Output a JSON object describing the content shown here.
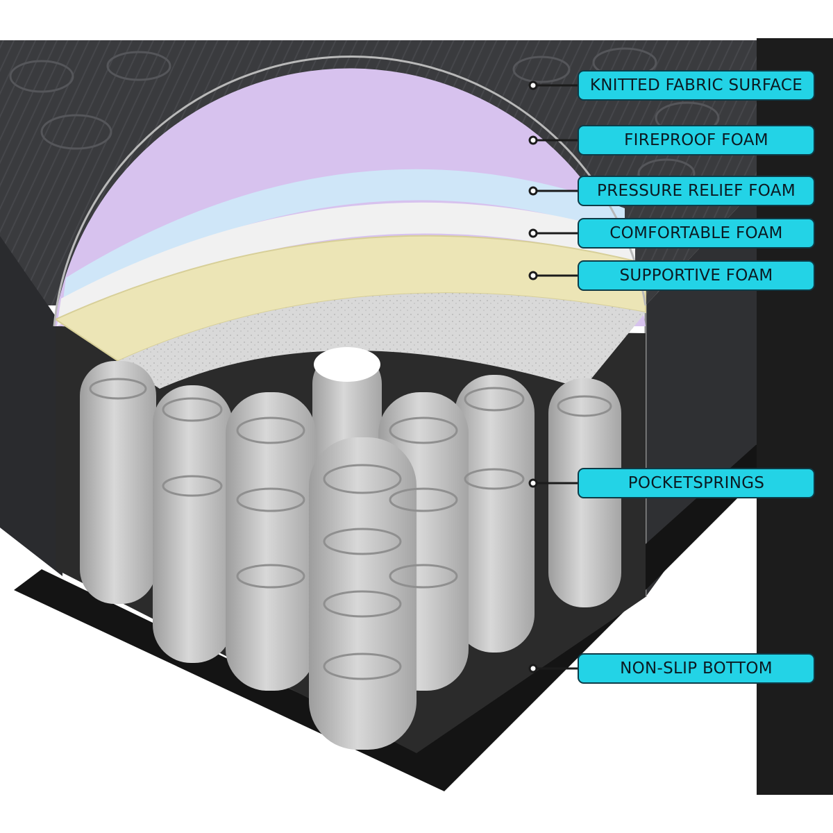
{
  "diagram": {
    "colors": {
      "pill_fill": "#23d3e6",
      "pill_border": "#0d3b47",
      "fabric": "#3a3b3e",
      "purple_foam": "#d7c2ee",
      "blue_foam": "#cfe6f8",
      "white_foam": "#f1f1f1",
      "yellow_foam": "#ece5b6",
      "pocket": "#c9c9c9",
      "base": "#141414"
    },
    "labels": [
      {
        "id": "knitted-fabric-surface",
        "text": "KNITTED FABRIC SURFACE"
      },
      {
        "id": "fireproof-foam",
        "text": "FIREPROOF FOAM"
      },
      {
        "id": "pressure-relief-foam",
        "text": "PRESSURE RELIEF FOAM"
      },
      {
        "id": "comfortable-foam",
        "text": "COMFORTABLE FOAM"
      },
      {
        "id": "supportive-foam",
        "text": "SUPPORTIVE FOAM"
      },
      {
        "id": "pocketsprings",
        "text": "POCKETSPRINGS"
      },
      {
        "id": "non-slip-bottom",
        "text": "NON-SLIP BOTTOM"
      }
    ]
  }
}
